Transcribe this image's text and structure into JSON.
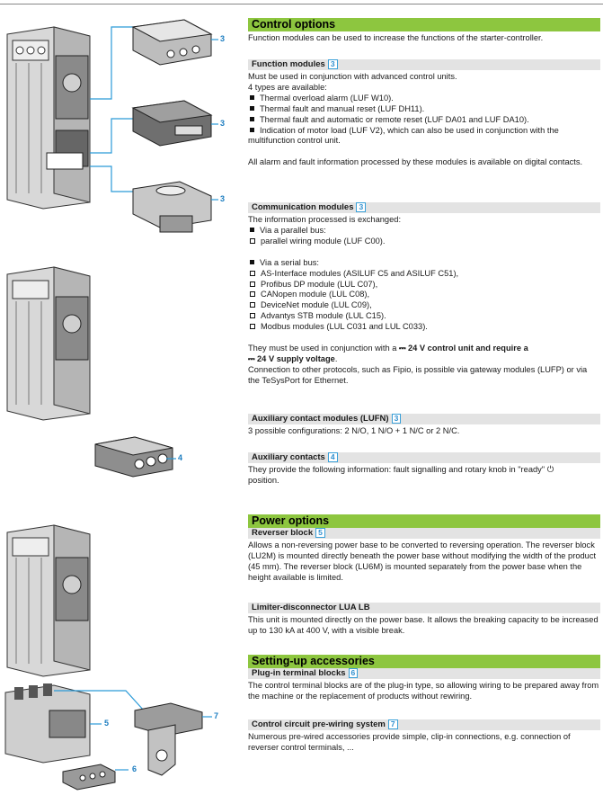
{
  "sections": {
    "control": {
      "title": "Control options",
      "intro": "Function modules can be used to increase the functions of the starter-controller."
    },
    "function_modules": {
      "title": "Function modules",
      "ref": "3",
      "lines": [
        "Must be used in conjunction with advanced control units.",
        "4 types are available:"
      ],
      "items": [
        "Thermal overload alarm (LUF W10).",
        "Thermal fault and manual reset (LUF DH11).",
        "Thermal fault and automatic or remote reset (LUF DA01 and LUF DA10).",
        "Indication of motor load (LUF V2), which can also be used in conjunction with the multifunction control unit."
      ],
      "note": "All alarm and fault information  processed by these modules is available on digital contacts."
    },
    "communication_modules": {
      "title": "Communication modules",
      "ref": "3",
      "intro": "The information processed is exchanged:",
      "parallel_label": "Via a parallel bus:",
      "parallel_items": [
        "parallel wiring module (LUF C00)."
      ],
      "serial_label": "Via a serial bus:",
      "serial_items": [
        "AS-Interface modules (ASILUF C5 and ASILUF C51),",
        "Profibus DP module  (LUL C07),",
        "CANopen module (LUL C08),",
        "DeviceNet module  (LUL C09),",
        "Advantys STB module (LUL C15).",
        "Modbus modules (LUL C031 and LUL C033)."
      ],
      "usage_a": "They must be used in conjunction with a ",
      "usage_b": "24 V control unit  and require a",
      "usage_c": "24 V supply voltage",
      "usage_d": ".",
      "dc_symbol": "⎓",
      "protocols": "Connection to other protocols, such as Fipio, is possible via gateway modules (LUFP) or via the TeSysPort for Ethernet."
    },
    "aux_contact_modules": {
      "title": "Auxiliary contact modules (LUFN)",
      "ref": "3",
      "text": "3 possible configurations: 2 N/O, 1 N/O + 1 N/C or 2 N/C."
    },
    "aux_contacts": {
      "title": "Auxiliary contacts",
      "ref": "4",
      "text": "They provide the following information: fault signalling and rotary knob in \"ready\" ",
      "text_end": "position.",
      "power_glyph": "⏻"
    },
    "power": {
      "title": "Power options"
    },
    "reverser": {
      "title": "Reverser block",
      "ref": "5",
      "text": "Allows a non-reversing power base to be converted to reversing operation. The reverser block (LU2M) is mounted directly beneath the power base without modifying the width of the product (45 mm). The reverser block (LU6M) is mounted separately from the power base when the height available is limited."
    },
    "limiter": {
      "title": "Limiter-disconnector LUA LB",
      "text": "This unit is mounted directly on the power base. It allows the breaking capacity to be increased up to 130 kA at 400 V, with a visible break."
    },
    "setup": {
      "title": "Setting-up accessories"
    },
    "plugin": {
      "title": "Plug-in terminal blocks",
      "ref": "6",
      "text": "The control terminal blocks are of the plug-in type, so allowing wiring to be prepared away from the machine or the replacement of products without rewiring."
    },
    "prewiring": {
      "title": "Control circuit pre-wiring system",
      "ref": "7",
      "text": "Numerous pre-wired accessories provide simple, clip-in connections, e.g. connection of reverser control terminals, ..."
    }
  },
  "callouts": {
    "c3a": "3",
    "c3b": "3",
    "c3c": "3",
    "c4": "4",
    "c5": "5",
    "c6": "6",
    "c7": "7"
  },
  "colors": {
    "accent_green": "#8dc63f",
    "callout_blue": "#1c7dc0",
    "subhead_grey": "#e3e3e3"
  }
}
